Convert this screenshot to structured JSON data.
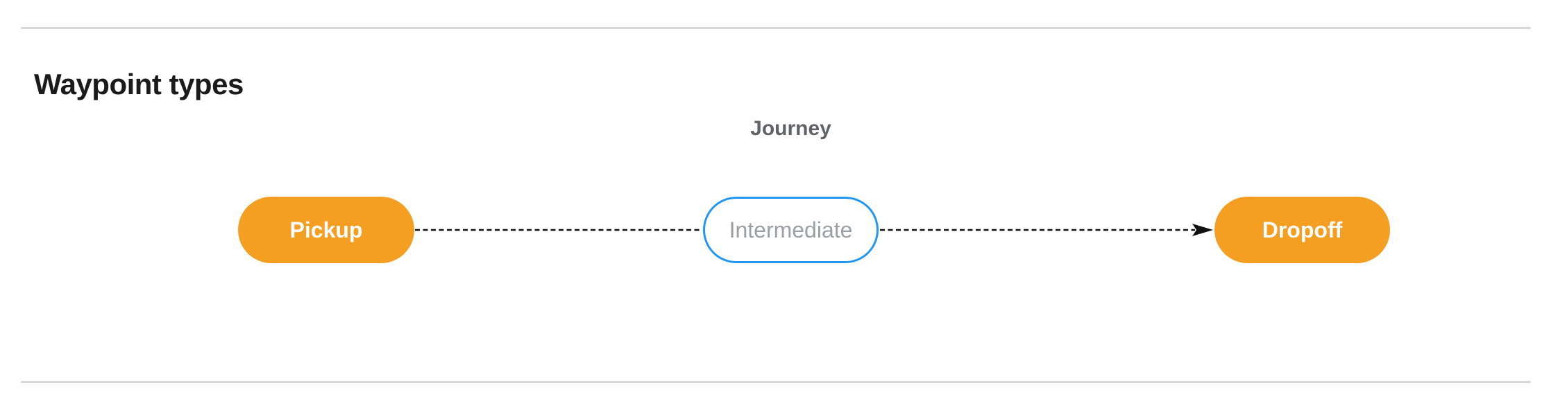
{
  "section": {
    "title": "Waypoint types"
  },
  "diagram": {
    "caption": "Journey",
    "nodes": [
      {
        "label": "Pickup",
        "kind": "terminal"
      },
      {
        "label": "Intermediate",
        "kind": "intermediate"
      },
      {
        "label": "Dropoff",
        "kind": "terminal"
      }
    ],
    "connector": {
      "style": "dashed",
      "direction": "left-to-right",
      "from": "Pickup",
      "through": "Intermediate",
      "to": "Dropoff"
    },
    "colors": {
      "terminal_fill": "#F49E22",
      "terminal_text": "#FFFFFF",
      "intermediate_border": "#2196F3",
      "intermediate_text": "#9AA0A6",
      "connector_stroke": "#111111",
      "caption_text": "#5F6368",
      "heading_text": "#1B1B1B",
      "divider": "#D6D6D6"
    }
  }
}
